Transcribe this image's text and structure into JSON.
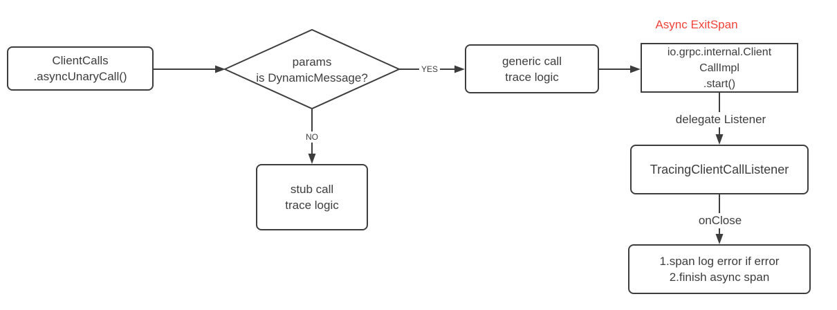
{
  "annotation": {
    "async_exitspan": "Async ExitSpan"
  },
  "nodes": {
    "client_calls": {
      "lines": [
        "ClientCalls",
        ".asyncUnaryCall()"
      ]
    },
    "decision": {
      "lines": [
        "params",
        "is DynamicMessage?"
      ]
    },
    "generic_call": {
      "lines": [
        "generic call",
        "trace logic"
      ]
    },
    "stub_call": {
      "lines": [
        "stub call",
        "trace logic"
      ]
    },
    "client_call_impl": {
      "lines": [
        "io.grpc.internal.Client",
        "CallImpl",
        ".start()"
      ]
    },
    "tracing_listener": {
      "lines": [
        "TracingClientCallListener"
      ]
    },
    "onclose_actions": {
      "lines": [
        "1.span log error if error",
        "2.finish async span"
      ]
    }
  },
  "edge_labels": {
    "yes": "YES",
    "no": "NO",
    "delegate_listener": "delegate Listener",
    "onclose": "onClose"
  },
  "colors": {
    "stroke": "#3d3d3d",
    "text": "#3d3d3d",
    "accent_red": "#f24338",
    "background": "#ffffff"
  }
}
